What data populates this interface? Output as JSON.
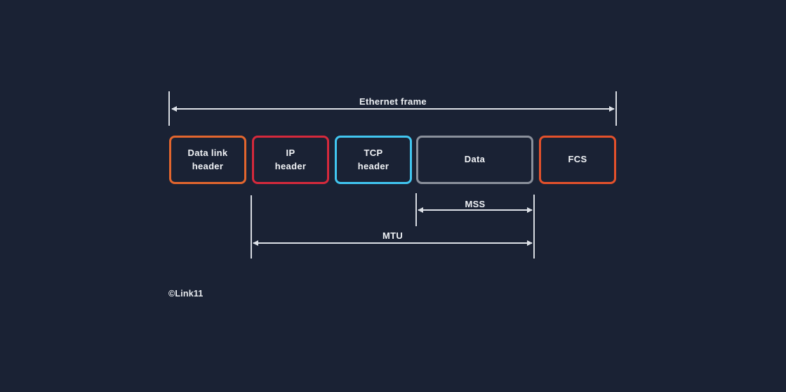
{
  "background_color": "#1A2234",
  "line_color": "#DDE1E7",
  "text_color": "#F2F4F7",
  "watermark": "©Link11",
  "frame_boxes": [
    {
      "label": "Data link\nheader",
      "border_color": "#E3662E"
    },
    {
      "label": "IP\nheader",
      "border_color": "#D5293C"
    },
    {
      "label": "TCP\nheader",
      "border_color": "#41C6F0"
    },
    {
      "label": "Data",
      "border_color": "#8A909B"
    },
    {
      "label": "FCS",
      "border_color": "#E4512B"
    }
  ],
  "measures": {
    "ethernet_frame": {
      "label": "Ethernet frame"
    },
    "mss": {
      "label": "MSS"
    },
    "mtu": {
      "label": "MTU"
    }
  }
}
